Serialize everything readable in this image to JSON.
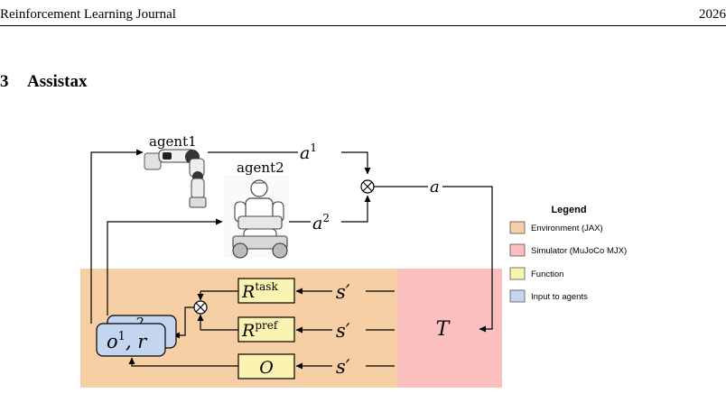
{
  "header": {
    "journal": "Reinforcement Learning Journal",
    "year": "2026"
  },
  "section": {
    "number": "3",
    "title": "Assistax"
  },
  "figure": {
    "agent1_label": "agent1",
    "agent2_label": "agent2",
    "a1_base": "a",
    "a1_sup": "1",
    "a2_base": "a",
    "a2_sup": "2",
    "a_joint": "a",
    "product_symbol": "⊗",
    "r_task_base": "R",
    "r_task_sup": "task",
    "r_pref_base": "R",
    "r_pref_sup": "pref",
    "obs_fn": "O",
    "s_prime": "s′",
    "transition": "T",
    "input_back_num": "2",
    "input_o": "o",
    "input_o_sup": "1",
    "input_rest": ", r",
    "colors": {
      "environment": "#f6cfa4",
      "simulator": "#fbbfbf",
      "function": "#fbf3b2",
      "input": "#c4d6ef"
    }
  },
  "legend": {
    "title": "Legend",
    "items": [
      {
        "label": "Environment (JAX)",
        "color": "#f6cfa4"
      },
      {
        "label": "Simulator (MuJoCo MJX)",
        "color": "#fbbfbf"
      },
      {
        "label": "Function",
        "color": "#fbf3b2"
      },
      {
        "label": "Input to agents",
        "color": "#c4d6ef"
      }
    ]
  }
}
